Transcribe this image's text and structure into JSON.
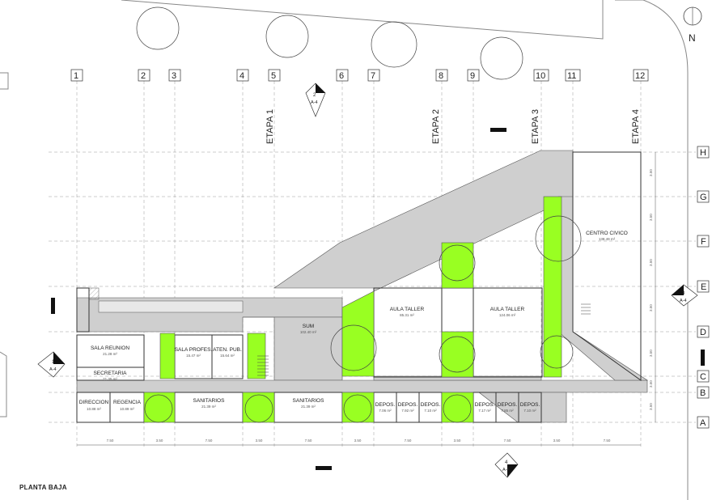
{
  "north_label": "N",
  "plan_title": "PLANTA BAJA",
  "axes_columns": [
    "1",
    "2",
    "3",
    "4",
    "5",
    "6",
    "7",
    "8",
    "9",
    "10",
    "11",
    "12"
  ],
  "axes_rows": [
    "H",
    "G",
    "F",
    "E",
    "D",
    "C",
    "B",
    "A"
  ],
  "etapas": [
    "ETAPA 1",
    "ETAPA 2",
    "ETAPA 3",
    "ETAPA 4"
  ],
  "section_marks": [
    {
      "num": "2",
      "ref": "A-4"
    },
    {
      "num": "3",
      "ref": "A-4"
    },
    {
      "num": "1",
      "ref": "A-4"
    },
    {
      "num": "4",
      "ref": "A-4"
    }
  ],
  "rooms": [
    {
      "id": "sala-reunion",
      "name": "SALA REUNION",
      "area": "21.28 m²"
    },
    {
      "id": "secretaria",
      "name": "SECRETARIA",
      "area": "21.35 m²"
    },
    {
      "id": "direccion",
      "name": "DIRECCION",
      "area": "10.88 m²"
    },
    {
      "id": "regencia",
      "name": "REGENCIA",
      "area": "10.89 m²"
    },
    {
      "id": "sala-profes",
      "name": "SALA PROFES.",
      "area": "15.47 m²"
    },
    {
      "id": "aten-pub",
      "name": "ATEN. PUB.",
      "area": "15.64 m²"
    },
    {
      "id": "sanitarios-1",
      "name": "SANITARIOS",
      "area": "21.39 m²"
    },
    {
      "id": "sanitarios-2",
      "name": "SANITARIOS",
      "area": "21.39 m²"
    },
    {
      "id": "sum",
      "name": "SUM",
      "area": "102.40 m²"
    },
    {
      "id": "aula-taller-1",
      "name": "AULA TALLER",
      "area": "85.31 m²"
    },
    {
      "id": "aula-taller-2",
      "name": "AULA TALLER",
      "area": "124.06 m²"
    },
    {
      "id": "centro-civico",
      "name": "CENTRO CIVICO",
      "area": "138.49 m²"
    },
    {
      "id": "depos-1",
      "name": "DEPOS.",
      "area": "7.06 m²"
    },
    {
      "id": "depos-2",
      "name": "DEPOS.",
      "area": "7.92 m²"
    },
    {
      "id": "depos-3",
      "name": "DEPOS.",
      "area": "7.10 m²"
    },
    {
      "id": "depos-4",
      "name": "DEPOS.",
      "area": "7.17 m²"
    },
    {
      "id": "depos-5",
      "name": "DEPOS.",
      "area": "7.85 m²"
    },
    {
      "id": "depos-6",
      "name": "DEPOS.",
      "area": "7.10 m²"
    }
  ],
  "bottom_dims": [
    "7.50",
    "3.50",
    "7.50",
    "3.50",
    "7.50",
    "3.50",
    "7.50",
    "3.50",
    "7.50",
    "3.50",
    "7.50"
  ],
  "right_dims": [
    "3.50",
    "3.50",
    "3.50",
    "3.50",
    "3.50",
    "3.50",
    "3.50"
  ],
  "colors": {
    "patio_green": "#99ff22",
    "circulation_gray": "#cfcfcf",
    "line": "#333333"
  }
}
